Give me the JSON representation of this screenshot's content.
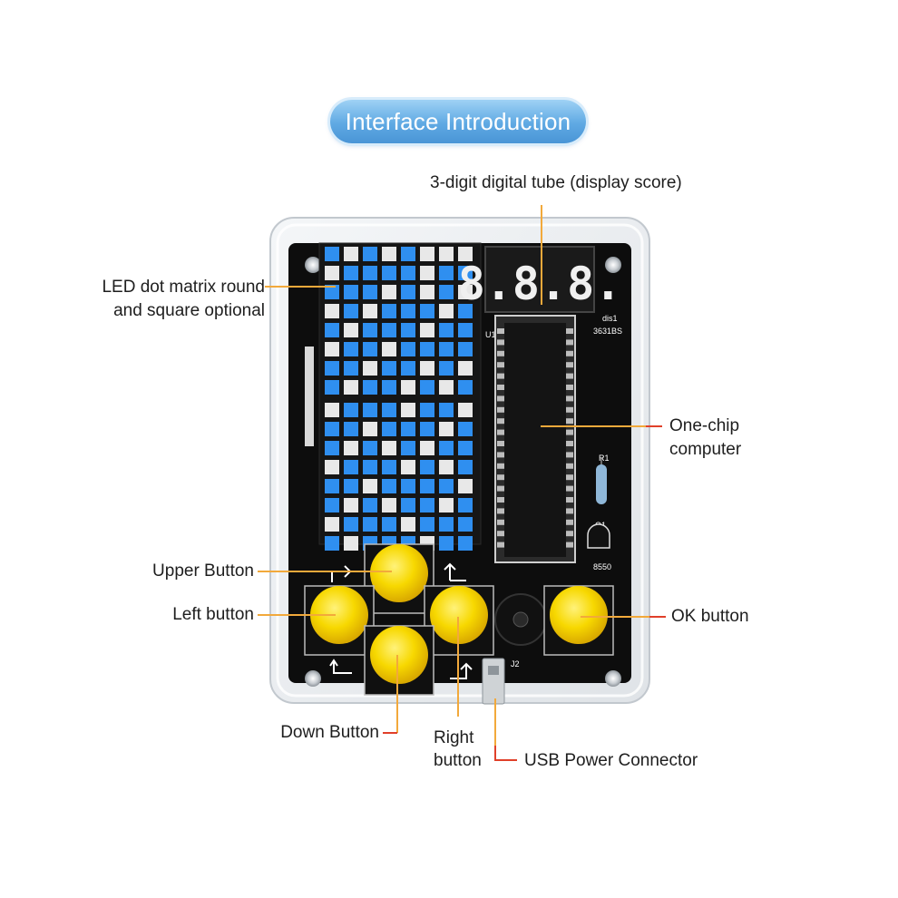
{
  "title": "Interface Introduction",
  "labels": {
    "display": "3-digit digital tube (display score)",
    "led_line1": "LED dot matrix round",
    "led_line2": "and square optional",
    "chip_line1": "One-chip",
    "chip_line2": "computer",
    "upper": "Upper Button",
    "left": "Left button",
    "ok": "OK button",
    "down": "Down Button",
    "right_line1": "Right",
    "right_line2": "button",
    "usb": "USB Power Connector"
  },
  "board_marks": {
    "dis": "dis1",
    "model": "3631BS",
    "u1": "U1",
    "r1": "R1",
    "q1": "Q1",
    "q_part": "8550",
    "j2": "J2",
    "digits": "8.8.8."
  },
  "colors": {
    "pill": "#5fa9e3",
    "leader": "#f2a93b",
    "leader_red": "#e0402a",
    "led_on": "#2f8ff0",
    "led_off": "#e8e8e8",
    "button": "#f7d800"
  },
  "led_matrix": {
    "rows": 16,
    "cols": 8,
    "pattern": [
      "10101000",
      "01111011",
      "11101010",
      "01011101",
      "10111011",
      "01101111",
      "11011010",
      "10110101",
      "01110110",
      "11011101",
      "10101011",
      "01110101",
      "11011110",
      "10101101",
      "01110111",
      "10111011"
    ]
  }
}
